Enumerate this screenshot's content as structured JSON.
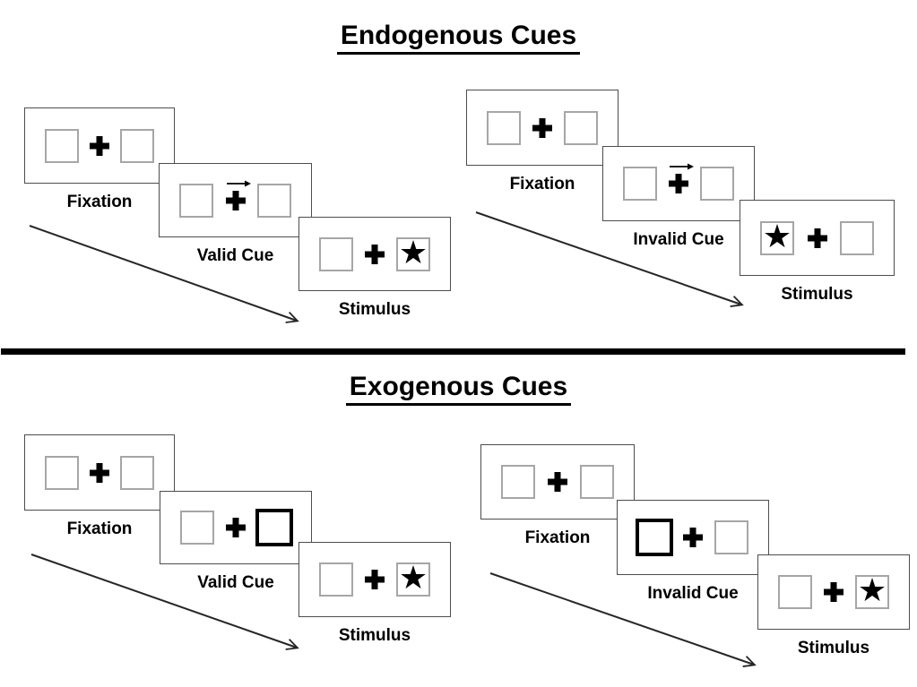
{
  "diagram": {
    "kind": "posner-spatial-cueing-paradigm",
    "sections": [
      {
        "title": "Endogenous Cues",
        "sequences": [
          {
            "condition": "Valid",
            "steps": [
              {
                "label": "Fixation",
                "left_box": "empty",
                "center": "cross",
                "right_box": "empty"
              },
              {
                "label": "Valid Cue",
                "left_box": "empty",
                "center": "cross-with-right-arrow",
                "right_box": "empty"
              },
              {
                "label": "Stimulus",
                "left_box": "empty",
                "center": "cross",
                "right_box": "star"
              }
            ]
          },
          {
            "condition": "Invalid",
            "steps": [
              {
                "label": "Fixation",
                "left_box": "empty",
                "center": "cross",
                "right_box": "empty"
              },
              {
                "label": "Invalid Cue",
                "left_box": "empty",
                "center": "cross-with-right-arrow",
                "right_box": "empty"
              },
              {
                "label": "Stimulus",
                "left_box": "star",
                "center": "cross",
                "right_box": "empty"
              }
            ]
          }
        ]
      },
      {
        "title": "Exogenous Cues",
        "sequences": [
          {
            "condition": "Valid",
            "steps": [
              {
                "label": "Fixation",
                "left_box": "empty",
                "center": "cross",
                "right_box": "empty"
              },
              {
                "label": "Valid Cue",
                "left_box": "empty",
                "center": "cross",
                "right_box": "highlighted"
              },
              {
                "label": "Stimulus",
                "left_box": "empty",
                "center": "cross",
                "right_box": "star"
              }
            ]
          },
          {
            "condition": "Invalid",
            "steps": [
              {
                "label": "Fixation",
                "left_box": "empty",
                "center": "cross",
                "right_box": "empty"
              },
              {
                "label": "Invalid Cue",
                "left_box": "highlighted",
                "center": "cross",
                "right_box": "empty"
              },
              {
                "label": "Stimulus",
                "left_box": "empty",
                "center": "cross",
                "right_box": "star"
              }
            ]
          }
        ]
      }
    ]
  },
  "glyphs": {
    "star": "★"
  },
  "colors": {
    "ink": "#000000",
    "panel_border": "#4d4d4d",
    "box_border": "#a6a6a6",
    "timeline_arrow": "#262626",
    "divider": "#000000"
  }
}
